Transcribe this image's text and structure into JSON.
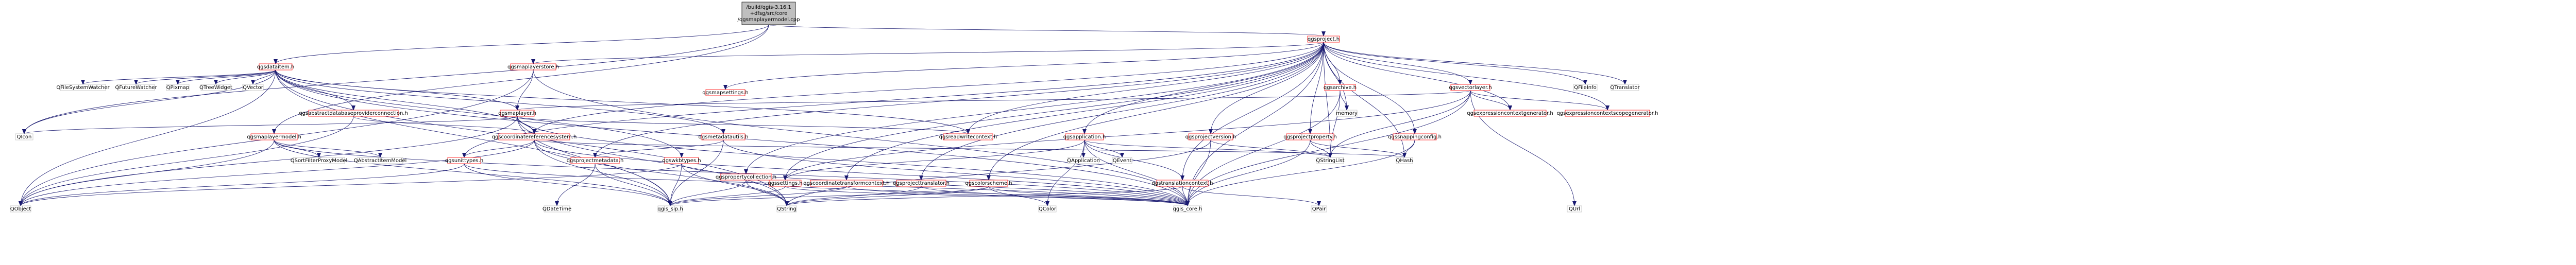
{
  "colors": {
    "edge": "#191970",
    "node_border_default": "#bfbfbf",
    "node_border_red": "#ff0000",
    "node_fill_root": "#bfbfbf",
    "node_fill_default": "#ffffff",
    "text": "#000000"
  },
  "nodes": [
    {
      "id": "root",
      "label_lines": [
        "/build/qgis-3.16.1",
        "+dfsg/src/core",
        "/qgsmaplayermodel.cpp"
      ],
      "kind": "root"
    },
    {
      "id": "qgsproject_h",
      "label_lines": [
        "qgsproject.h"
      ],
      "kind": "red"
    },
    {
      "id": "qgsdataitem_h",
      "label_lines": [
        "qgsdataitem.h"
      ],
      "kind": "red"
    },
    {
      "id": "qgsmaplayerstore_h",
      "label_lines": [
        "qgsmaplayerstore.h"
      ],
      "kind": "red"
    },
    {
      "id": "qgsarchive_h",
      "label_lines": [
        "qgsarchive.h"
      ],
      "kind": "red"
    },
    {
      "id": "qgsvectorlayer_h",
      "label_lines": [
        "qgsvectorlayer.h"
      ],
      "kind": "red"
    },
    {
      "id": "QFileInfo",
      "label_lines": [
        "QFileInfo"
      ],
      "kind": "gray"
    },
    {
      "id": "QTranslator",
      "label_lines": [
        "QTranslator"
      ],
      "kind": "gray"
    },
    {
      "id": "QFileSystemWatcher",
      "label_lines": [
        "QFileSystemWatcher"
      ],
      "kind": "gray"
    },
    {
      "id": "QFutureWatcher",
      "label_lines": [
        "QFutureWatcher"
      ],
      "kind": "gray"
    },
    {
      "id": "QPixmap",
      "label_lines": [
        "QPixmap"
      ],
      "kind": "gray"
    },
    {
      "id": "QTreeWidget",
      "label_lines": [
        "QTreeWidget"
      ],
      "kind": "gray"
    },
    {
      "id": "QVector",
      "label_lines": [
        "QVector"
      ],
      "kind": "gray"
    },
    {
      "id": "qgsabstractdatabaseproviderconnection_h",
      "label_lines": [
        "qgsabstractdatabaseproviderconnection.h"
      ],
      "kind": "red"
    },
    {
      "id": "qgsmaplayer_h",
      "label_lines": [
        "qgsmaplayer.h"
      ],
      "kind": "red"
    },
    {
      "id": "qgsmapsettings_h",
      "label_lines": [
        "qgsmapsettings.h"
      ],
      "kind": "red"
    },
    {
      "id": "memory",
      "label_lines": [
        "memory"
      ],
      "kind": "gray"
    },
    {
      "id": "qgsexpressioncontextgenerator_h",
      "label_lines": [
        "qgsexpressioncontextgenerator.h"
      ],
      "kind": "red"
    },
    {
      "id": "qgsexpressioncontextscopegenerator_h",
      "label_lines": [
        "qgsexpressioncontextscopegenerator.h"
      ],
      "kind": "red"
    },
    {
      "id": "QIcon",
      "label_lines": [
        "QIcon"
      ],
      "kind": "gray"
    },
    {
      "id": "qgsreadwritecontext_h",
      "label_lines": [
        "qgsreadwritecontext.h"
      ],
      "kind": "red"
    },
    {
      "id": "qgscoordinatereferencesystem_h",
      "label_lines": [
        "qgscoordinatereferencesystem.h"
      ],
      "kind": "red"
    },
    {
      "id": "qgsmaplayermodel_h",
      "label_lines": [
        "qgsmaplayermodel.h"
      ],
      "kind": "red"
    },
    {
      "id": "qgsmetadatautils_h",
      "label_lines": [
        "qgsmetadatautils.h"
      ],
      "kind": "red"
    },
    {
      "id": "qgsprojectversion_h",
      "label_lines": [
        "qgsprojectversion.h"
      ],
      "kind": "red"
    },
    {
      "id": "qgsapplication_h",
      "label_lines": [
        "qgsapplication.h"
      ],
      "kind": "red"
    },
    {
      "id": "qgsprojectproperty_h",
      "label_lines": [
        "qgsprojectproperty.h"
      ],
      "kind": "red"
    },
    {
      "id": "qgssnappingconfig_h",
      "label_lines": [
        "qgssnappingconfig.h"
      ],
      "kind": "red"
    },
    {
      "id": "QSortFilterProxyModel",
      "label_lines": [
        "QSortFilterProxyModel"
      ],
      "kind": "gray"
    },
    {
      "id": "QAbstractItemModel",
      "label_lines": [
        "QAbstractItemModel"
      ],
      "kind": "gray"
    },
    {
      "id": "qgsunittypes_h",
      "label_lines": [
        "qgsunittypes.h"
      ],
      "kind": "red"
    },
    {
      "id": "qgsprojectmetadata_h",
      "label_lines": [
        "qgsprojectmetadata.h"
      ],
      "kind": "red"
    },
    {
      "id": "qgswkbtypes_h",
      "label_lines": [
        "qgswkbtypes.h"
      ],
      "kind": "red"
    },
    {
      "id": "qgspropertycollection_h",
      "label_lines": [
        "qgspropertycollection.h"
      ],
      "kind": "red"
    },
    {
      "id": "qgssettings_h",
      "label_lines": [
        "qgssettings.h"
      ],
      "kind": "red"
    },
    {
      "id": "qgscoordinatetransformcontext_h",
      "label_lines": [
        "qgscoordinatetransformcontext.h"
      ],
      "kind": "red"
    },
    {
      "id": "qgsprojecttranslator_h",
      "label_lines": [
        "qgsprojecttranslator.h"
      ],
      "kind": "red"
    },
    {
      "id": "qgscolorscheme_h",
      "label_lines": [
        "qgscolorscheme.h"
      ],
      "kind": "red"
    },
    {
      "id": "QApplication",
      "label_lines": [
        "QApplication"
      ],
      "kind": "gray"
    },
    {
      "id": "QEvent",
      "label_lines": [
        "QEvent"
      ],
      "kind": "gray"
    },
    {
      "id": "qgstranslationcontext_h",
      "label_lines": [
        "qgstranslationcontext.h"
      ],
      "kind": "red"
    },
    {
      "id": "QStringList",
      "label_lines": [
        "QStringList"
      ],
      "kind": "gray"
    },
    {
      "id": "QHash",
      "label_lines": [
        "QHash"
      ],
      "kind": "gray"
    },
    {
      "id": "QObject",
      "label_lines": [
        "QObject"
      ],
      "kind": "gray"
    },
    {
      "id": "QDateTime",
      "label_lines": [
        "QDateTime"
      ],
      "kind": "gray"
    },
    {
      "id": "qgis_sip_h",
      "label_lines": [
        "qgis_sip.h"
      ],
      "kind": "gray"
    },
    {
      "id": "QString",
      "label_lines": [
        "QString"
      ],
      "kind": "gray"
    },
    {
      "id": "QColor",
      "label_lines": [
        "QColor"
      ],
      "kind": "gray"
    },
    {
      "id": "qgis_core_h",
      "label_lines": [
        "qgis_core.h"
      ],
      "kind": "gray"
    },
    {
      "id": "QPair",
      "label_lines": [
        "QPair"
      ],
      "kind": "gray"
    },
    {
      "id": "QUrl",
      "label_lines": [
        "QUrl"
      ],
      "kind": "gray"
    }
  ],
  "edges": [
    [
      "root",
      "qgsproject_h"
    ],
    [
      "root",
      "qgsdataitem_h"
    ],
    [
      "root",
      "qgsmaplayermodel_h"
    ],
    [
      "root",
      "QIcon"
    ],
    [
      "qgsproject_h",
      "qgsmaplayerstore_h"
    ],
    [
      "qgsproject_h",
      "qgsarchive_h"
    ],
    [
      "qgsproject_h",
      "qgsvectorlayer_h"
    ],
    [
      "qgsproject_h",
      "QFileInfo"
    ],
    [
      "qgsproject_h",
      "QTranslator"
    ],
    [
      "qgsproject_h",
      "memory"
    ],
    [
      "qgsproject_h",
      "qgsexpressioncontextgenerator_h"
    ],
    [
      "qgsproject_h",
      "qgsexpressioncontextscopegenerator_h"
    ],
    [
      "qgsproject_h",
      "qgsreadwritecontext_h"
    ],
    [
      "qgsproject_h",
      "qgsprojectversion_h"
    ],
    [
      "qgsproject_h",
      "qgsapplication_h"
    ],
    [
      "qgsproject_h",
      "qgsprojectproperty_h"
    ],
    [
      "qgsproject_h",
      "qgssnappingconfig_h"
    ],
    [
      "qgsproject_h",
      "qgsunittypes_h"
    ],
    [
      "qgsproject_h",
      "qgsprojectmetadata_h"
    ],
    [
      "qgsproject_h",
      "qgscoordinatetransformcontext_h"
    ],
    [
      "qgsproject_h",
      "qgsprojecttranslator_h"
    ],
    [
      "qgsproject_h",
      "qgscolorscheme_h"
    ],
    [
      "qgsproject_h",
      "qgstranslationcontext_h"
    ],
    [
      "qgsproject_h",
      "QStringList"
    ],
    [
      "qgsproject_h",
      "QHash"
    ],
    [
      "qgsproject_h",
      "qgis_core_h"
    ],
    [
      "qgsproject_h",
      "qgsmapsettings_h"
    ],
    [
      "qgsproject_h",
      "qgscoordinatereferencesystem_h"
    ],
    [
      "qgsproject_h",
      "qgspropertycollection_h"
    ],
    [
      "qgsproject_h",
      "qgssettings_h"
    ],
    [
      "qgsdataitem_h",
      "QFileSystemWatcher"
    ],
    [
      "qgsdataitem_h",
      "QFutureWatcher"
    ],
    [
      "qgsdataitem_h",
      "QPixmap"
    ],
    [
      "qgsdataitem_h",
      "QTreeWidget"
    ],
    [
      "qgsdataitem_h",
      "QVector"
    ],
    [
      "qgsdataitem_h",
      "qgsabstractdatabaseproviderconnection_h"
    ],
    [
      "qgsdataitem_h",
      "qgsmaplayer_h"
    ],
    [
      "qgsdataitem_h",
      "qgscoordinatereferencesystem_h"
    ],
    [
      "qgsdataitem_h",
      "QIcon"
    ],
    [
      "qgsdataitem_h",
      "qgis_core_h"
    ],
    [
      "qgsdataitem_h",
      "qgis_sip_h"
    ],
    [
      "qgsdataitem_h",
      "QObject"
    ],
    [
      "qgsdataitem_h",
      "qgsmetadatautils_h"
    ],
    [
      "qgsdataitem_h",
      "qgswkbtypes_h"
    ],
    [
      "qgsdataitem_h",
      "qgsreadwritecontext_h"
    ],
    [
      "qgsdataitem_h",
      "QString"
    ],
    [
      "qgsmaplayerstore_h",
      "qgsmaplayer_h"
    ],
    [
      "qgsmaplayerstore_h",
      "qgis_core_h"
    ],
    [
      "qgsmaplayerstore_h",
      "QObject"
    ],
    [
      "qgsarchive_h",
      "memory"
    ],
    [
      "qgsarchive_h",
      "QStringList"
    ],
    [
      "qgsarchive_h",
      "qgis_core_h"
    ],
    [
      "qgsvectorlayer_h",
      "qgsmaplayer_h"
    ],
    [
      "qgsvectorlayer_h",
      "qgsexpressioncontextgenerator_h"
    ],
    [
      "qgsvectorlayer_h",
      "qgsexpressioncontextscopegenerator_h"
    ],
    [
      "qgsvectorlayer_h",
      "QStringList"
    ],
    [
      "qgsvectorlayer_h",
      "qgis_core_h"
    ],
    [
      "qgsvectorlayer_h",
      "QUrl"
    ],
    [
      "qgsvectorlayer_h",
      "qgssettings_h"
    ],
    [
      "qgsmaplayer_h",
      "QIcon"
    ],
    [
      "qgsmaplayer_h",
      "qgscoordinatereferencesystem_h"
    ],
    [
      "qgsmaplayer_h",
      "qgsreadwritecontext_h"
    ],
    [
      "qgsmaplayer_h",
      "QObject"
    ],
    [
      "qgsmaplayer_h",
      "qgis_core_h"
    ],
    [
      "qgsmaplayer_h",
      "qgis_sip_h"
    ],
    [
      "qgsmaplayer_h",
      "QString"
    ],
    [
      "qgsabstractdatabaseproviderconnection_h",
      "qgscoordinatereferencesystem_h"
    ],
    [
      "qgsabstractdatabaseproviderconnection_h",
      "QObject"
    ],
    [
      "qgscoordinatereferencesystem_h",
      "qgsunittypes_h"
    ],
    [
      "qgscoordinatereferencesystem_h",
      "qgis_core_h"
    ],
    [
      "qgscoordinatereferencesystem_h",
      "qgis_sip_h"
    ],
    [
      "qgscoordinatereferencesystem_h",
      "QString"
    ],
    [
      "qgscoordinatereferencesystem_h",
      "QObject"
    ],
    [
      "qgscoordinatereferencesystem_h",
      "QHash"
    ],
    [
      "qgsmaplayermodel_h",
      "QSortFilterProxyModel"
    ],
    [
      "qgsmaplayermodel_h",
      "QAbstractItemModel"
    ],
    [
      "qgsmaplayermodel_h",
      "qgis_core_h"
    ],
    [
      "qgsmaplayermodel_h",
      "qgis_sip_h"
    ],
    [
      "qgsmaplayermodel_h",
      "QObject"
    ],
    [
      "qgsmetadatautils_h",
      "qgsprojectmetadata_h"
    ],
    [
      "qgsmetadatautils_h",
      "qgis_core_h"
    ],
    [
      "qgsmetadatautils_h",
      "qgis_sip_h"
    ],
    [
      "qgsprojectversion_h",
      "QString"
    ],
    [
      "qgsprojectversion_h",
      "QStringList"
    ],
    [
      "qgsprojectversion_h",
      "qgis_core_h"
    ],
    [
      "qgsapplication_h",
      "QApplication"
    ],
    [
      "qgsapplication_h",
      "QEvent"
    ],
    [
      "qgsapplication_h",
      "QStringList"
    ],
    [
      "qgsapplication_h",
      "qgis_core_h"
    ],
    [
      "qgsapplication_h",
      "qgstranslationcontext_h"
    ],
    [
      "qgsapplication_h",
      "QColor"
    ],
    [
      "qgsapplication_h",
      "qgssettings_h"
    ],
    [
      "qgsprojectproperty_h",
      "QHash"
    ],
    [
      "qgsprojectproperty_h",
      "QStringList"
    ],
    [
      "qgsprojectproperty_h",
      "qgis_core_h"
    ],
    [
      "qgssnappingconfig_h",
      "QHash"
    ],
    [
      "qgssnappingconfig_h",
      "qgis_core_h"
    ],
    [
      "qgsunittypes_h",
      "qgis_sip_h"
    ],
    [
      "qgsunittypes_h",
      "qgis_core_h"
    ],
    [
      "qgsunittypes_h",
      "QObject"
    ],
    [
      "qgsprojectmetadata_h",
      "qgis_sip_h"
    ],
    [
      "qgsprojectmetadata_h",
      "QDateTime"
    ],
    [
      "qgswkbtypes_h",
      "QObject"
    ],
    [
      "qgswkbtypes_h",
      "QString"
    ],
    [
      "qgswkbtypes_h",
      "qgis_core_h"
    ],
    [
      "qgswkbtypes_h",
      "qgis_sip_h"
    ],
    [
      "qgspropertycollection_h",
      "qgis_core_h"
    ],
    [
      "qgspropertycollection_h",
      "qgis_sip_h"
    ],
    [
      "qgspropertycollection_h",
      "QString"
    ],
    [
      "qgssettings_h",
      "qgis_core_h"
    ],
    [
      "qgssettings_h",
      "qgis_sip_h"
    ],
    [
      "qgscoordinatetransformcontext_h",
      "qgis_core_h"
    ],
    [
      "qgscoordinatetransformcontext_h",
      "qgis_sip_h"
    ],
    [
      "qgsprojecttranslator_h",
      "qgis_core_h"
    ],
    [
      "qgsprojecttranslator_h",
      "QString"
    ],
    [
      "qgscolorscheme_h",
      "QColor"
    ],
    [
      "qgscolorscheme_h",
      "qgis_core_h"
    ],
    [
      "qgscolorscheme_h",
      "qgis_sip_h"
    ],
    [
      "qgscolorscheme_h",
      "QString"
    ],
    [
      "qgstranslationcontext_h",
      "qgis_core_h"
    ],
    [
      "qgstranslationcontext_h",
      "QString"
    ],
    [
      "qgstranslationcontext_h",
      "QPair"
    ]
  ]
}
